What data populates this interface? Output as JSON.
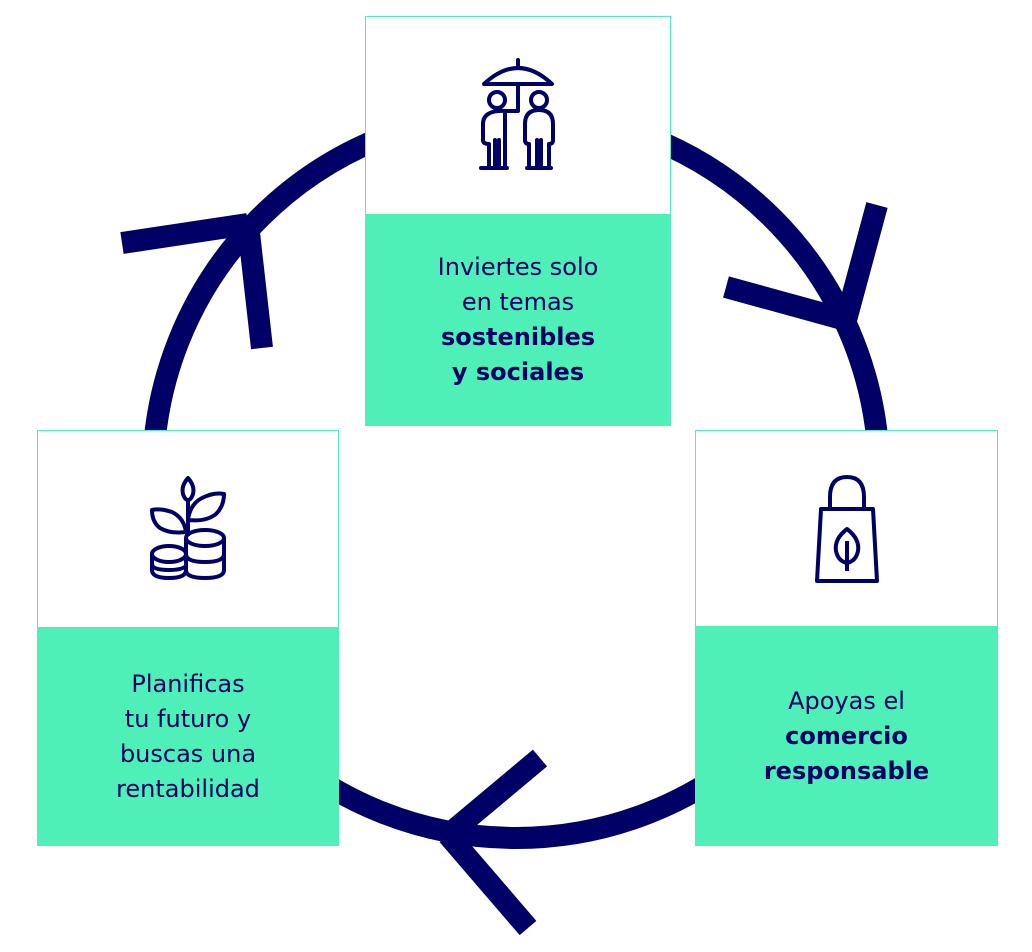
{
  "colors": {
    "navy": "#000066",
    "mint": "#4ef0b8",
    "background": "#ffffff"
  },
  "cycle": {
    "direction": "clockwise",
    "arrows": [
      "top-left-arrow",
      "top-right-arrow",
      "bottom-arrow"
    ]
  },
  "cards": [
    {
      "id": "top",
      "icon": "people-under-umbrella-icon",
      "lines_regular": [
        "Inviertes solo",
        "en temas"
      ],
      "lines_bold": [
        "sostenibles",
        "y sociales"
      ]
    },
    {
      "id": "right",
      "icon": "eco-shopping-bag-icon",
      "lines_regular": [
        "Apoyas el"
      ],
      "lines_bold": [
        "comercio",
        "responsable"
      ]
    },
    {
      "id": "left",
      "icon": "plant-coins-icon",
      "lines_regular": [
        "Planificas",
        "tu futuro y",
        "buscas una",
        "rentabilidad"
      ],
      "lines_bold": []
    }
  ]
}
